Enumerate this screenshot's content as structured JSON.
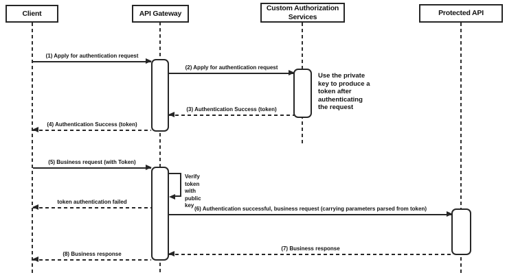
{
  "diagram": {
    "type": "sequence",
    "participants": [
      {
        "id": "client",
        "label": "Client"
      },
      {
        "id": "api-gateway",
        "label": "API Gateway"
      },
      {
        "id": "custom-authorization-services",
        "label": "Custom Authorization\nServices"
      },
      {
        "id": "protected-api",
        "label": "Protected API"
      }
    ],
    "messages": [
      {
        "label": "(1) Apply for authentication request",
        "from": "Client",
        "to": "API Gateway",
        "line": "solid"
      },
      {
        "label": "(2) Apply for authentication request",
        "from": "API Gateway",
        "to": "Custom Authorization Services",
        "line": "solid"
      },
      {
        "label": "(3) Authentication Success (token)",
        "from": "Custom Authorization Services",
        "to": "API Gateway",
        "line": "dashed"
      },
      {
        "label": "(4) Authentication Success (token)",
        "from": "API Gateway",
        "to": "Client",
        "line": "dashed"
      },
      {
        "label": "(5) Business request (with Token)",
        "from": "Client",
        "to": "API Gateway",
        "line": "solid"
      },
      {
        "label": "Verify token\nwith public key",
        "from": "API Gateway",
        "to": "API Gateway",
        "line": "solid",
        "self": true
      },
      {
        "label": "token authentication failed",
        "from": "API Gateway",
        "to": "Client",
        "line": "dashed"
      },
      {
        "label": "(6) Authentication successful, business request (carrying parameters parsed from token)",
        "from": "API Gateway",
        "to": "Protected API",
        "line": "solid"
      },
      {
        "label": "(7) Business response",
        "from": "Protected API",
        "to": "API Gateway",
        "line": "dashed"
      },
      {
        "label": "(8) Business response",
        "from": "API Gateway",
        "to": "Client",
        "line": "dashed"
      }
    ],
    "note": {
      "text": "Use the private\nkey to produce a\ntoken after\nauthenticating\nthe request",
      "attached_to": "Custom Authorization Services"
    },
    "colors": {
      "background": "#ffffff",
      "line": "#262626",
      "text": "#111111"
    }
  }
}
